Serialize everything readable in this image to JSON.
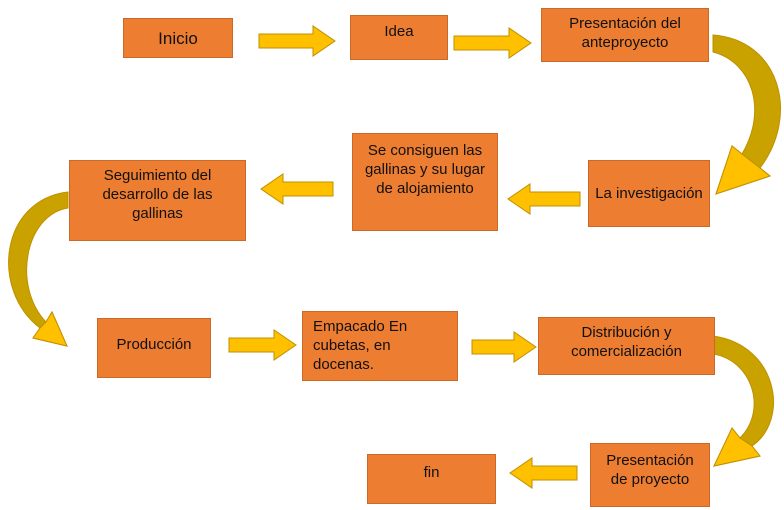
{
  "colors": {
    "box_fill": "#ED7D31",
    "arrow_fill": "#FFC000",
    "arrow_stroke": "#BF9000",
    "curved_arrow_fill": "#C9A200"
  },
  "steps": [
    {
      "label": "Inicio"
    },
    {
      "label": "Idea"
    },
    {
      "label": "Presentación del anteproyecto"
    },
    {
      "label": "La investigación"
    },
    {
      "label": "Se consiguen las gallinas y su lugar de alojamiento"
    },
    {
      "label": "Seguimiento del desarrollo de las gallinas"
    },
    {
      "label": "Producción"
    },
    {
      "label": "Empacado En cubetas, en docenas."
    },
    {
      "label": "Distribución y comercialización"
    },
    {
      "label": "Presentación de proyecto"
    },
    {
      "label": "fin"
    }
  ]
}
